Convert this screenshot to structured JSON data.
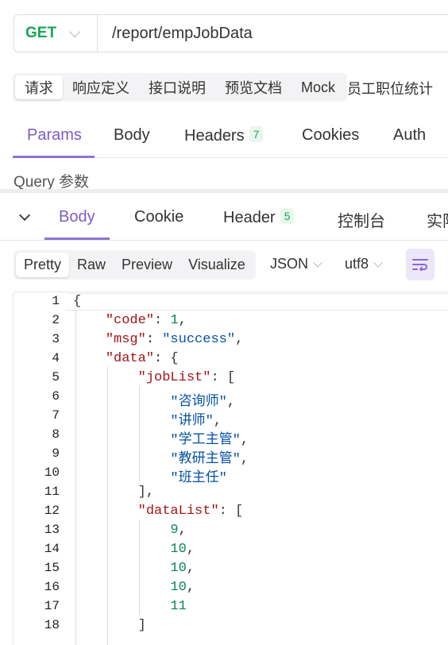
{
  "request": {
    "method": "GET",
    "url": "/report/empJobData"
  },
  "subtabs": [
    "请求",
    "响应定义",
    "接口说明",
    "预览文档",
    "Mock"
  ],
  "doc_title": "员工职位统计",
  "param_tabs": {
    "params": "Params",
    "body": "Body",
    "headers": "Headers",
    "headers_count": "7",
    "cookies": "Cookies",
    "auth": "Auth"
  },
  "query_label": "Query 参数",
  "response_tabs": {
    "body": "Body",
    "cookie": "Cookie",
    "header": "Header",
    "header_count": "5",
    "console": "控制台",
    "actual": "实际"
  },
  "format_tabs": [
    "Pretty",
    "Raw",
    "Preview",
    "Visualize"
  ],
  "format_select": "JSON",
  "encoding_select": "utf8",
  "code_lines": [
    {
      "n": "1"
    },
    {
      "n": "2"
    },
    {
      "n": "3"
    },
    {
      "n": "4"
    },
    {
      "n": "5"
    },
    {
      "n": "6"
    },
    {
      "n": "7"
    },
    {
      "n": "8"
    },
    {
      "n": "9"
    },
    {
      "n": "10"
    },
    {
      "n": "11"
    },
    {
      "n": "12"
    },
    {
      "n": "13"
    },
    {
      "n": "14"
    },
    {
      "n": "15"
    },
    {
      "n": "16"
    },
    {
      "n": "17"
    },
    {
      "n": "18"
    }
  ],
  "json": {
    "k_code": "\"code\"",
    "v_code": "1",
    "k_msg": "\"msg\"",
    "v_msg": "\"success\"",
    "k_data": "\"data\"",
    "k_joblist": "\"jobList\"",
    "jobs": [
      "\"咨询师\"",
      "\"讲师\"",
      "\"学工主管\"",
      "\"教研主管\"",
      "\"班主任\""
    ],
    "k_datalist": "\"dataList\"",
    "values": [
      "9",
      "10",
      "10",
      "10",
      "11"
    ]
  }
}
